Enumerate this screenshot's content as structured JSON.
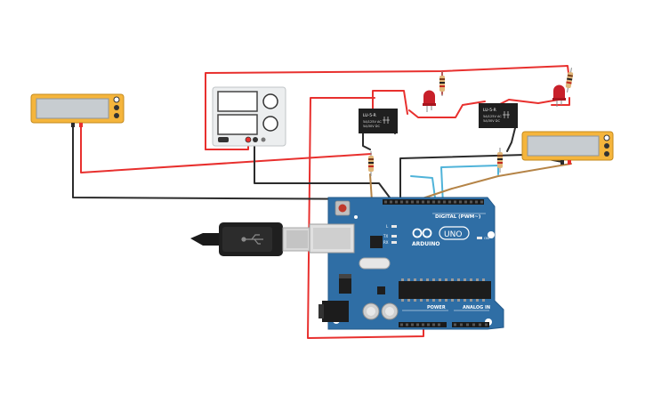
{
  "arduino": {
    "brand": "ARDUINO",
    "model": "UNO",
    "digital_header": "DIGITAL (PWM~)",
    "power_header": "POWER",
    "analog_header": "ANALOG IN",
    "led_l": "L",
    "led_tx": "TX",
    "led_rx": "RX",
    "led_on": "ON"
  },
  "relays": [
    {
      "title": "LU-5-R",
      "line1": "5A/125V AC",
      "line2": "5A/30V DC"
    },
    {
      "title": "LU-5-R",
      "line1": "5A/125V AC",
      "line2": "5A/30V DC"
    }
  ],
  "colors": {
    "wire_red": "#e8302e",
    "wire_black": "#2b2b2b",
    "wire_blue": "#4fb3d9",
    "wire_brown": "#b58447",
    "board_blue": "#2f6ea5",
    "meter_yellow": "#f5b53c",
    "lcd_gray": "#c7ccd0"
  }
}
